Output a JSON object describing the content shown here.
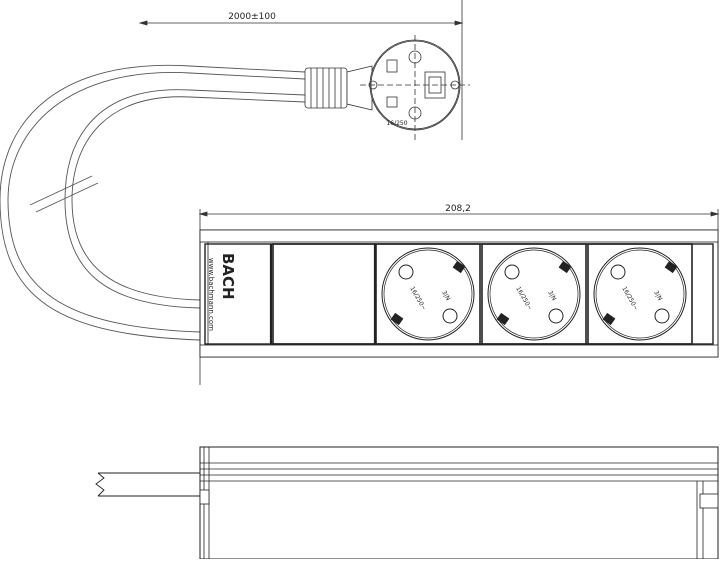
{
  "dimensions": {
    "cable_length": "2000±100",
    "strip_length": "208,2"
  },
  "brand": {
    "logo": "BACH",
    "website": "www.bachmann.com"
  },
  "socket": {
    "rating": "16/250~",
    "mark": "3|N"
  },
  "plug": {
    "rating": "16/250"
  }
}
